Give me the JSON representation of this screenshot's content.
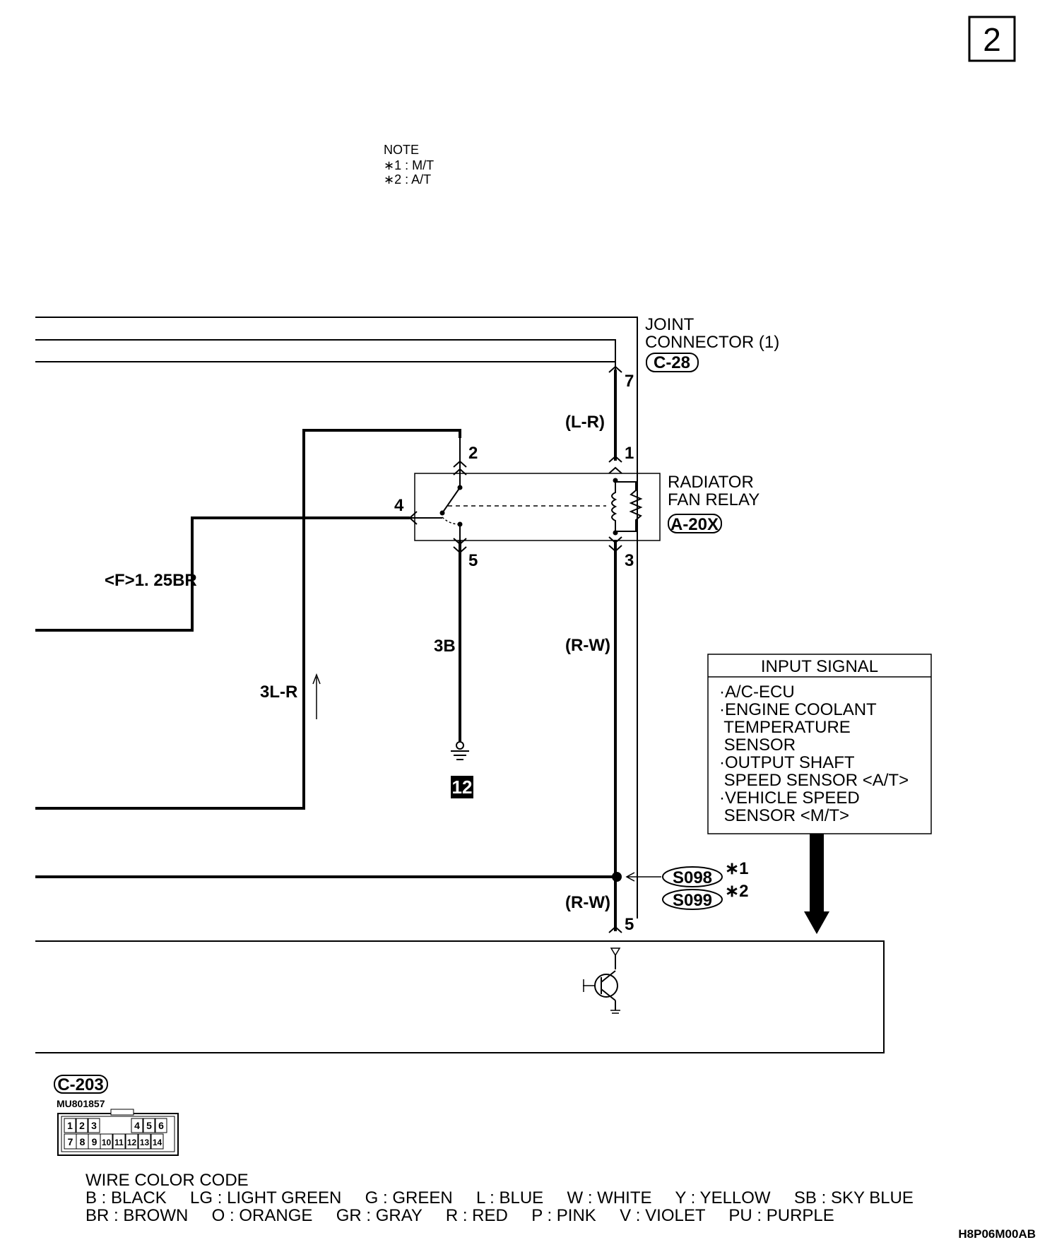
{
  "page_number": "2",
  "note": {
    "title": "NOTE",
    "lines": [
      "∗1 : M/T",
      "∗2 : A/T"
    ]
  },
  "joint_connector": {
    "line1": "JOINT",
    "line2": "CONNECTOR (1)",
    "code": "C-28",
    "pin": "7"
  },
  "relay": {
    "line1": "RADIATOR",
    "line2": "FAN RELAY",
    "code": "A-20X",
    "pins": {
      "p1": "1",
      "p2": "2",
      "p3": "3",
      "p4": "4",
      "p5": "5"
    }
  },
  "wires": {
    "lr": "(L-R)",
    "rw_upper": "(R-W)",
    "rw_lower": "(R-W)",
    "b3": "3B",
    "lr3": "3L-R",
    "br": "<F>1. 25BR"
  },
  "ground": {
    "number": "12"
  },
  "input_signal": {
    "title": "INPUT SIGNAL",
    "lines": [
      "·A/C-ECU",
      "·ENGINE COOLANT",
      " TEMPERATURE",
      " SENSOR",
      "·OUTPUT SHAFT",
      " SPEED SENSOR <A/T>",
      "·VEHICLE SPEED",
      " SENSOR <M/T>"
    ]
  },
  "splices": {
    "s1": "S098",
    "s1_note": "∗1",
    "s2": "S099",
    "s2_note": "∗2"
  },
  "ecu_pin": "5",
  "connector": {
    "code": "C-203",
    "part": "MU801857",
    "row1": [
      "1",
      "2",
      "3",
      "4",
      "5",
      "6"
    ],
    "row2": [
      "7",
      "8",
      "9",
      "10",
      "11",
      "12",
      "13",
      "14"
    ]
  },
  "wire_color_code": {
    "title": "WIRE COLOR CODE",
    "line1": "B : BLACK     LG : LIGHT GREEN     G : GREEN     L : BLUE     W : WHITE     Y : YELLOW     SB : SKY BLUE",
    "line2": "BR : BROWN     O : ORANGE     GR : GRAY     R : RED     P : PINK     V : VIOLET     PU : PURPLE"
  },
  "figure_code": "H8P06M00AB"
}
